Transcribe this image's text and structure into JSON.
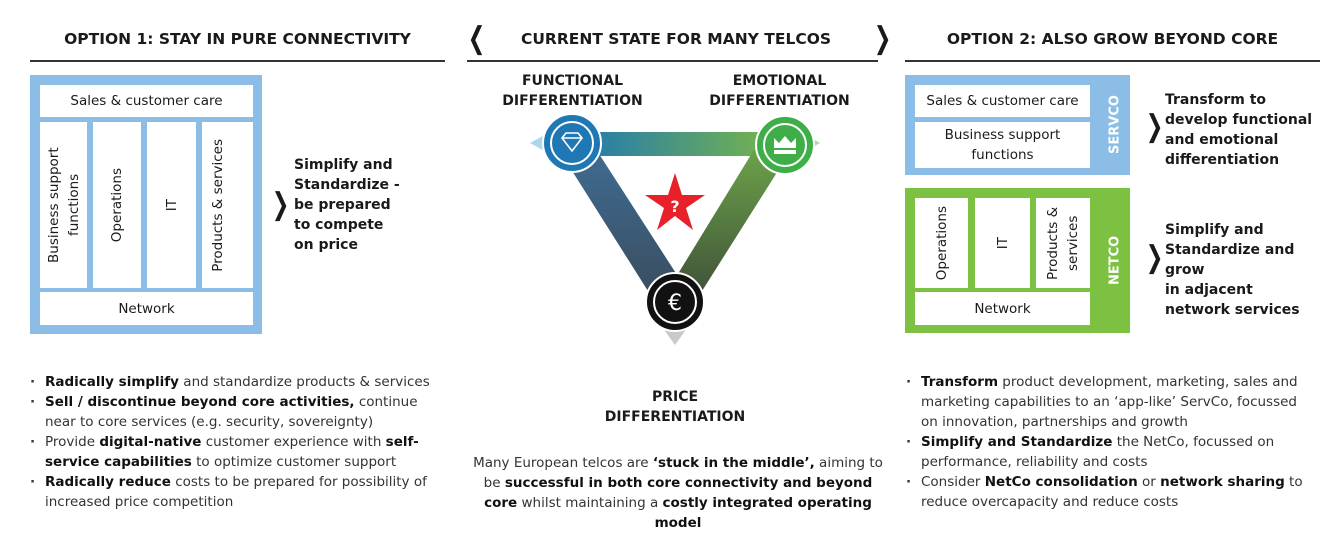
{
  "headers": {
    "option1": "OPTION 1: STAY IN PURE CONNECTIVITY",
    "current": "CURRENT STATE FOR MANY TELCOS",
    "option2": "OPTION 2: ALSO GROW BEYOND CORE"
  },
  "option1": {
    "sales": "Sales & customer care",
    "columns": [
      "Business support functions",
      "Operations",
      "IT",
      "Products & services"
    ],
    "network": "Network",
    "summary": [
      "Simplify and",
      "Standardize -",
      "be prepared",
      "to compete",
      "on price"
    ],
    "bullets": [
      {
        "b": "Radically simplify",
        "t": " and standardize products & services"
      },
      {
        "b": "Sell / discontinue beyond core activities,",
        "t": " continue near to core services (e.g. security, sovereignty)"
      },
      {
        "pre": "Provide ",
        "b": "digital-native",
        "t": " customer experience with ",
        "b2": "self-service capabilities",
        "t2": " to optimize customer support"
      },
      {
        "b": "Radically reduce",
        "t": " costs to be prepared for possibility of increased price competition"
      }
    ]
  },
  "current": {
    "functional": [
      "FUNCTIONAL",
      "DIFFERENTIATION"
    ],
    "emotional": [
      "EMOTIONAL",
      "DIFFERENTIATION"
    ],
    "price": [
      "PRICE",
      "DIFFERENTIATION"
    ],
    "question": "?",
    "caption": {
      "p1": "Many European telcos are ",
      "b1": "‘stuck in the middle’,",
      "p2": " aiming to be ",
      "b2": "successful in both core connectivity and beyond core",
      "p3": " whilst maintaining a ",
      "b3": "costly integrated operating model"
    }
  },
  "option2": {
    "servco_label": "SERVCO",
    "netco_label": "NETCO",
    "sales": "Sales & customer care",
    "bsf": "Business support functions",
    "columns": [
      "Operations",
      "IT",
      "Products & services"
    ],
    "network": "Network",
    "servco_summary": [
      "Transform to",
      "develop functional",
      "and emotional",
      "differentiation"
    ],
    "netco_summary": [
      "Simplify and",
      "Standardize and grow",
      "in adjacent",
      "network services"
    ],
    "bullets": [
      {
        "b": "Transform",
        "t": " product development, marketing, sales and marketing capabilities to an ‘app-like’ ServCo, focussed on innovation, partnerships and growth"
      },
      {
        "b": "Simplify and Standardize",
        "t": " the NetCo, focussed on performance, reliability and costs"
      },
      {
        "pre": "Consider ",
        "b": "NetCo consolidation",
        "t": " or ",
        "b2": "network sharing",
        "t2": " to reduce overcapacity and reduce costs"
      }
    ]
  },
  "colors": {
    "blue": "#8bbde6",
    "green": "#7dc142",
    "functional": "#1f78b4",
    "emotional": "#3fae49",
    "price": "#111111",
    "star": "#e8202a"
  }
}
